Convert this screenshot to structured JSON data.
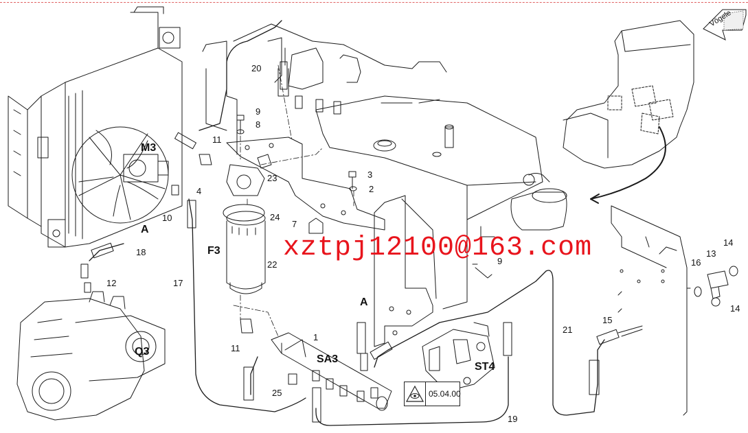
{
  "watermark": "xztpj12100@163.com",
  "brand_arrow": "Vögele",
  "ref_box": {
    "code": "05.04.00",
    "icon": "eye-icon"
  },
  "components": {
    "m3": "M3",
    "f3": "F3",
    "q3": "Q3",
    "sa3": "SA3",
    "st4": "ST4",
    "a_top": "A",
    "a_bottom": "A"
  },
  "callouts": {
    "n1": "1",
    "n2": "2",
    "n3": "3",
    "n4": "4",
    "n7": "7",
    "n8": "8",
    "n9a": "9",
    "n9b": "9",
    "n10": "10",
    "n11a": "11",
    "n11b": "11",
    "n12": "12",
    "n13": "13",
    "n14a": "14",
    "n14b": "14",
    "n15": "15",
    "n16": "16",
    "n17": "17",
    "n18": "18",
    "n19": "19",
    "n20": "20",
    "n21": "21",
    "n22": "22",
    "n23": "23",
    "n24": "24",
    "n25": "25"
  },
  "colors": {
    "line": "#1a1a1a",
    "watermark": "#e8141c",
    "dash": "#e06060"
  }
}
